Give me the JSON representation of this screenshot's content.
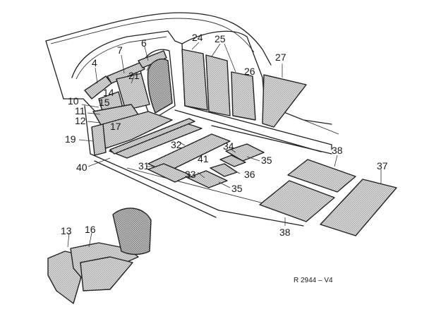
{
  "callouts": {
    "c4": "4",
    "c6": "6",
    "c7": "7",
    "c10": "10",
    "c11": "11",
    "c12": "12",
    "c13": "13",
    "c14": "14",
    "c15": "15",
    "c16": "16",
    "c17": "17",
    "c19": "19",
    "c21": "21",
    "c24": "24",
    "c25": "25",
    "c26": "26",
    "c27": "27",
    "c31": "31",
    "c32": "32",
    "c33": "33",
    "c34": "34",
    "c35a": "35",
    "c35b": "35",
    "c36": "36",
    "c37": "37",
    "c38a": "38",
    "c38b": "38",
    "c40": "40",
    "c41": "41"
  },
  "reference_code": "R 2944 – V4"
}
